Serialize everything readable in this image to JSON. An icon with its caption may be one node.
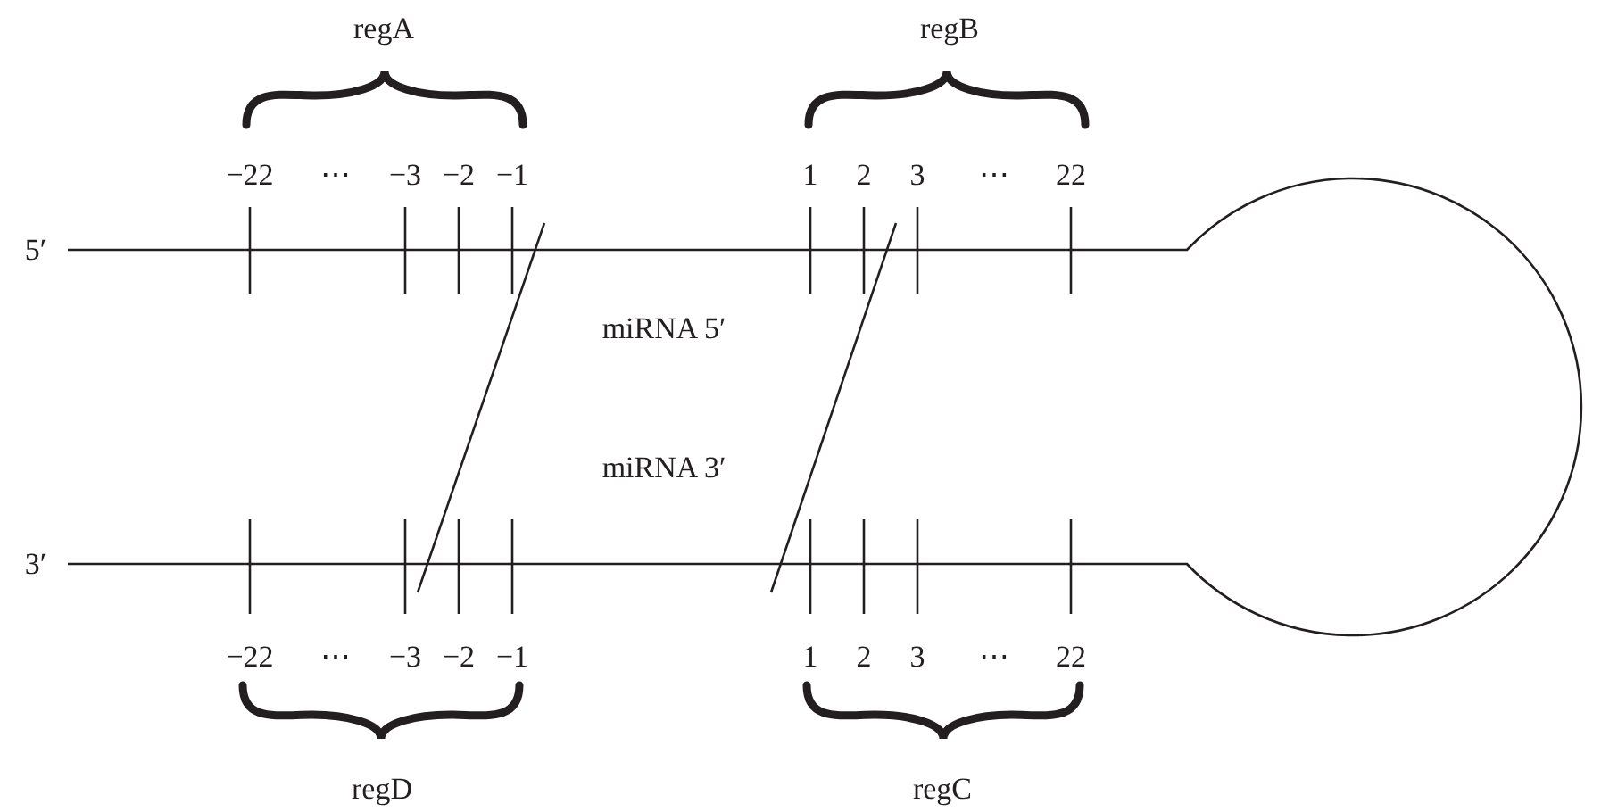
{
  "diagram": {
    "labels": [
      "regA",
      "regB",
      "−22",
      "⋯",
      "−3",
      "−2",
      "−1",
      "1",
      "2",
      "3",
      "⋯",
      "22",
      "5′",
      "miRNA 5′",
      "miRNA 3′",
      "3′",
      "−22",
      "⋯",
      "−3",
      "−2",
      "−1",
      "1",
      "2",
      "3",
      "⋯",
      "22",
      "regD",
      "regC"
    ]
  }
}
